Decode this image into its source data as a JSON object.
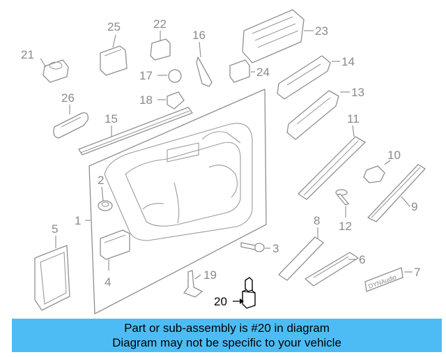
{
  "diagram": {
    "highlighted_callout": "20",
    "callouts": [
      "1",
      "2",
      "3",
      "4",
      "5",
      "6",
      "7",
      "8",
      "9",
      "10",
      "11",
      "12",
      "13",
      "14",
      "15",
      "16",
      "17",
      "18",
      "19",
      "20",
      "21",
      "22",
      "23",
      "24",
      "25",
      "26"
    ],
    "badge_text": "DYNAudio"
  },
  "banner": {
    "line1": "Part or sub-assembly is #20 in diagram",
    "line2": "Diagram may not be specific to your vehicle"
  },
  "colors": {
    "banner_bg": "#4dbcf4",
    "line_art": "#8f8f8f",
    "highlight_text": "#000000"
  }
}
